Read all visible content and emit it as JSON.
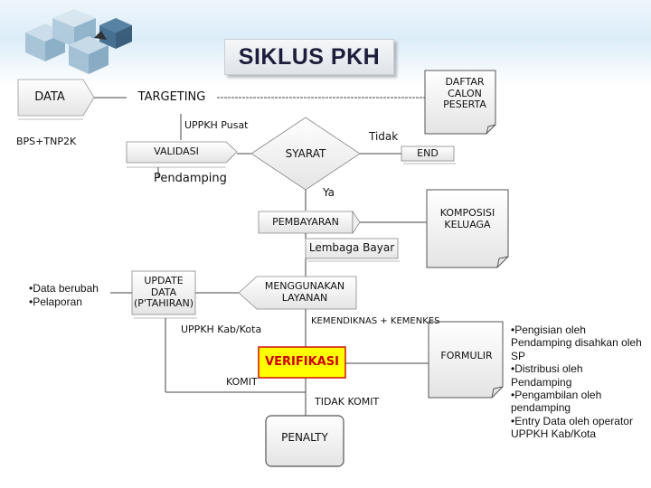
{
  "title": "SIKLUS PKH",
  "nodes": {
    "data": "DATA",
    "targeting": "TARGETING",
    "daftar": "DAFTAR CALON PESERTA",
    "validasi": "VALIDASI",
    "syarat": "SYARAT",
    "end": "END",
    "komposisi": "KOMPOSISI KELUAGA",
    "pembayaran": "PEMBAYARAN",
    "lembaga": "Lembaga Bayar",
    "update": "UPDATE DATA (P'TAHIRAN)",
    "menggunakan": "MENGGUNAKAN LAYANAN",
    "verifikasi": "VERIFIKASI",
    "formulir": "FORMULIR",
    "penalty": "PENALTY"
  },
  "labels": {
    "bps": "BPS+TNP2K",
    "uppkh_pusat": "UPPKH Pusat",
    "tidak": "Tidak",
    "pendamping": "Pendamping",
    "ya": "Ya",
    "kemendiknas": "KEMENDIKNAS + KEMENKES",
    "uppkh_kab": "UPPKH Kab/Kota",
    "komit": "KOMIT",
    "tidak_komit": "TIDAK KOMIT"
  },
  "notes": {
    "left": [
      "•Data berubah",
      "•Pelaporan"
    ],
    "right": [
      "•Pengisian oleh",
      "Pendamping disahkan oleh",
      "SP",
      "•Distribusi oleh",
      "Pendamping",
      "•Pengambilan oleh",
      "pendamping",
      "•Entry Data oleh operator",
      "UPPKH Kab/Kota"
    ]
  },
  "colors": {
    "verifikasi_fill": "#ffff00",
    "verifikasi_border": "#cc0000",
    "verifikasi_text": "#cc0000",
    "title_text": "#1e1e3c"
  },
  "icons": [
    "cube-logo-icon"
  ]
}
